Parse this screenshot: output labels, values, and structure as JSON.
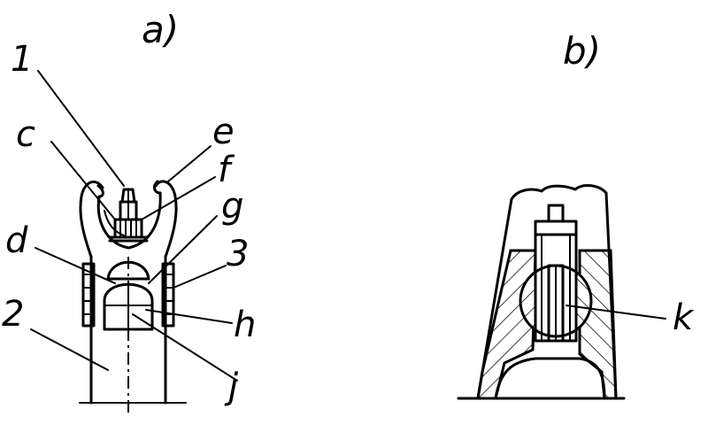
{
  "figure": {
    "panel_a_label": "a)",
    "panel_b_label": "b)",
    "labels": {
      "n1": "1",
      "n2": "2",
      "n3": "3",
      "c": "c",
      "d": "d",
      "e": "e",
      "f": "f",
      "g": "g",
      "h": "h",
      "j": "j",
      "k": "k"
    }
  }
}
